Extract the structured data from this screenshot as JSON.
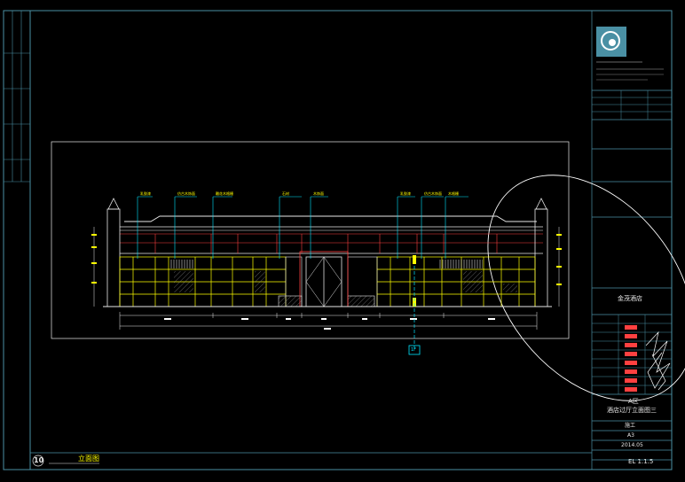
{
  "title_block": {
    "project_name": "金茂酒店",
    "sheet_title_line1": "A区",
    "sheet_title_line2": "酒店过厅立面图三",
    "drawing_no": "EL 1.1.5",
    "scale": "A3",
    "date": "2014.05",
    "stage": "施工"
  },
  "drawing": {
    "label_number": "10",
    "label_title": "立面图",
    "section_mark": "1F",
    "callouts": [
      "乳胶漆",
      "仿古木饰面",
      "雕花木格栅",
      "石材",
      "木饰面",
      "乳胶漆",
      "仿古木饰面",
      "木格栅"
    ]
  },
  "colors": {
    "frame": "#4a90a4",
    "linework": "#ffffff",
    "cabinets": "#ffff00",
    "leaders": "#00e5ff",
    "accent": "#ff4040"
  }
}
